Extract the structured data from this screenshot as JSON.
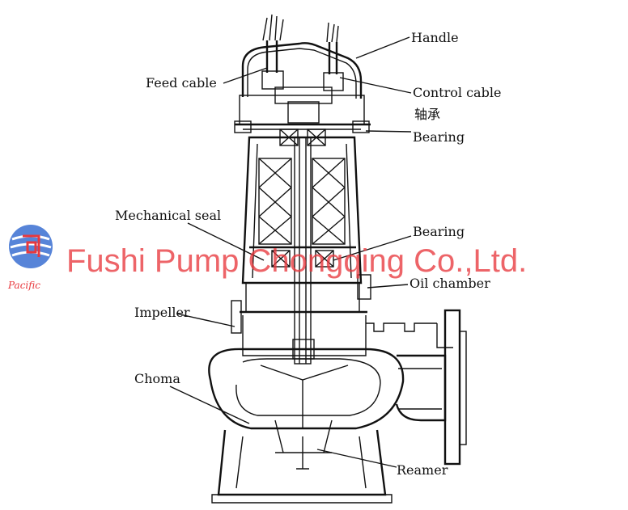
{
  "labels": {
    "handle": "Handle",
    "feed_cable": "Feed cable",
    "control_cable": "Control cable",
    "bearing_cn": "轴承",
    "bearing_top": "Bearing",
    "mechanical_seal": "Mechanical seal",
    "bearing_mid": "Bearing",
    "oil_chamber": "Oil chamber",
    "impeller": "Impeller",
    "choma": "Choma",
    "reamer": "Reamer"
  },
  "watermark": {
    "text": "Fushi Pump Chongqing Co.,Ltd.",
    "logo_caption": "Pacific",
    "color": "#e8383d",
    "logo_color": "#3a6fd1"
  },
  "colors": {
    "line": "#111111",
    "background": "#ffffff"
  }
}
